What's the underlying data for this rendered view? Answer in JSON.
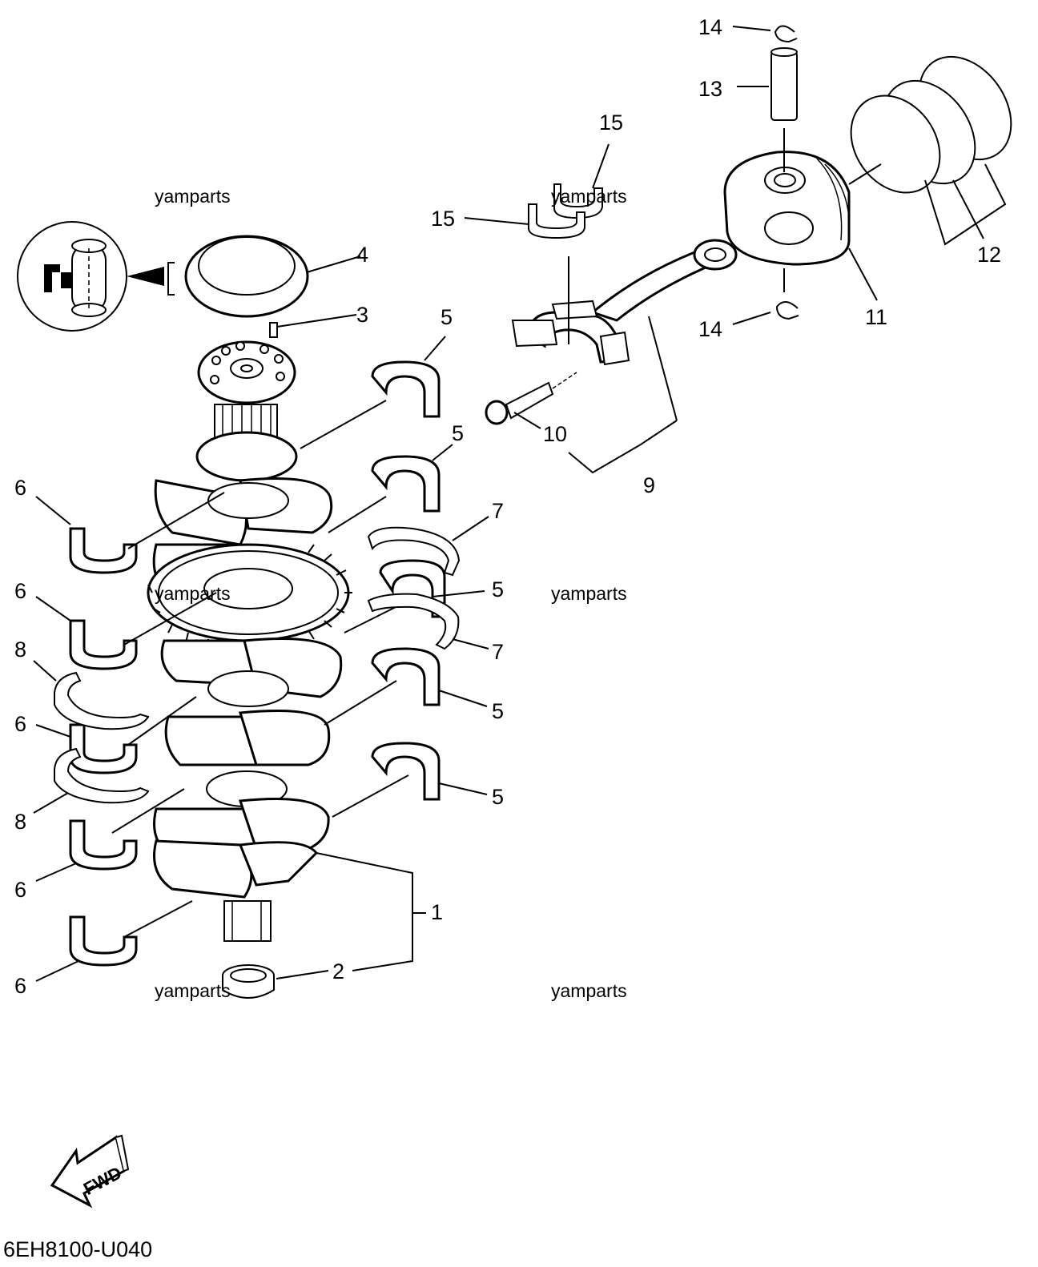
{
  "callouts": {
    "c1": "1",
    "c2": "2",
    "c3": "3",
    "c4": "4",
    "c5a": "5",
    "c5b": "5",
    "c5c": "5",
    "c5d": "5",
    "c5e": "5",
    "c6a": "6",
    "c6b": "6",
    "c6c": "6",
    "c6d": "6",
    "c6e": "6",
    "c7a": "7",
    "c7b": "7",
    "c8a": "8",
    "c8b": "8",
    "c9": "9",
    "c10": "10",
    "c11": "11",
    "c12": "12",
    "c13": "13",
    "c14a": "14",
    "c14b": "14",
    "c15a": "15",
    "c15b": "15"
  },
  "watermarks": {
    "w1": "yamparts",
    "w2": "yamparts",
    "w3": "yamparts",
    "w4": "yamparts",
    "w5": "yamparts",
    "w6": "yamparts"
  },
  "fwd_label": "FWD",
  "diagram_code": "6EH8100-U040"
}
